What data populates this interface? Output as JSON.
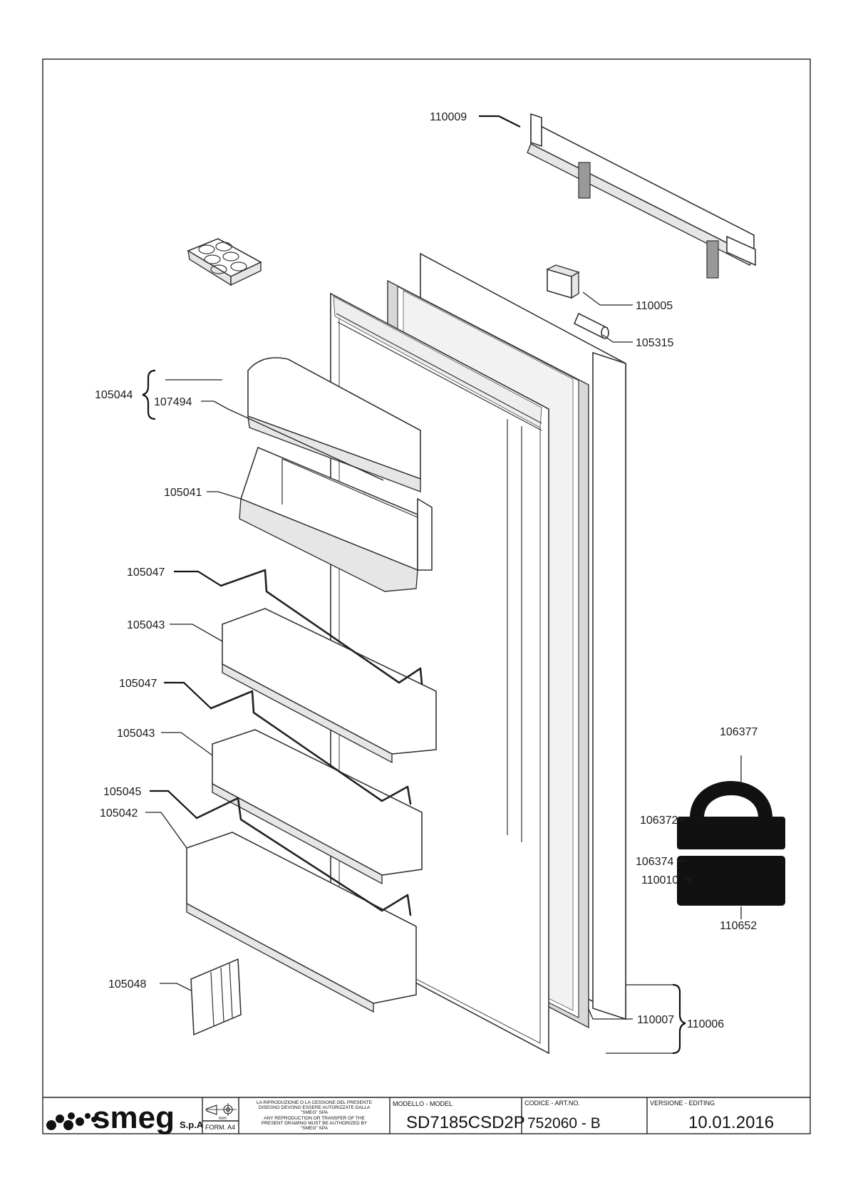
{
  "parts": {
    "p110009": "110009",
    "p110005": "110005",
    "p105315": "105315",
    "p105044": "105044",
    "p107494": "107494",
    "p105041": "105041",
    "p105047a": "105047",
    "p105043a": "105043",
    "p105047b": "105047",
    "p105043b": "105043",
    "p105045": "105045",
    "p105042": "105042",
    "p105048": "105048",
    "p106377": "106377",
    "p106372": "106372",
    "p106374": "106374",
    "p110010": "110010",
    "p110652": "110652",
    "p110007": "110007",
    "p110006": "110006"
  },
  "title_block": {
    "brand": "smeg",
    "brand_suffix": "S.p.A",
    "units": "mm",
    "format": "FORM. A4",
    "notice_it_1": "LA RIPRODUZIONE O LA CESSIONE DEL PRESENTE",
    "notice_it_2": "DISEGNO DEVONO ESSERE AUTORIZZATE DALLA",
    "notice_it_3": "\"SMEG\" SPA",
    "notice_en_1": "ANY REPRODUCTION OR TRANSFER OF THE",
    "notice_en_2": "PRESENT DRAWING MUST BE AUTHORIZED BY",
    "notice_en_3": "\"SMEG\" SPA",
    "model_label": "MODELLO - MODEL",
    "model_value": "SD7185CSD2P",
    "code_label": "CODICE - ART.NO.",
    "code_value": "752060 - B",
    "version_label": "VERSIONE - EDITING",
    "version_value": "10.01.2016"
  }
}
